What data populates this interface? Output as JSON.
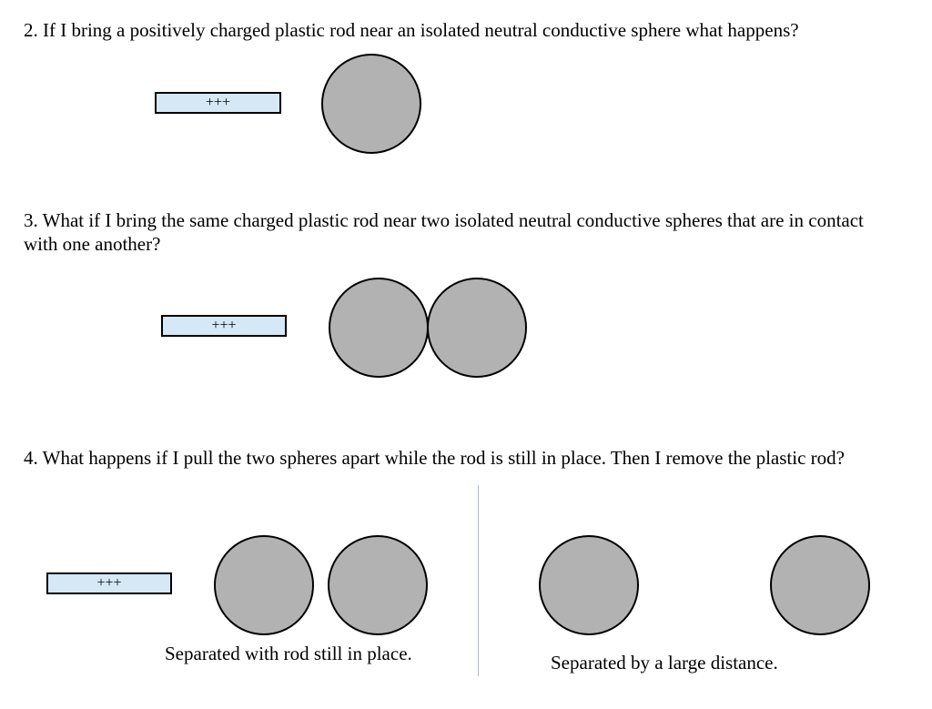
{
  "questions": {
    "q2": "2.  If I bring a positively charged plastic rod near an isolated neutral conductive sphere what happens?",
    "q3": "3. What if I bring the same charged plastic rod near two isolated neutral conductive spheres that are in contact with one another?",
    "q4": "4.  What happens if I pull the two spheres apart while the rod is still in place.  Then I remove the plastic rod?"
  },
  "rod_charge_label": "+++",
  "captions": {
    "left": "Separated with rod still in place.",
    "right": "Separated by a large distance."
  },
  "colors": {
    "rod_fill": "#d5e8f6",
    "sphere_fill": "#b2b2b2",
    "outline": "#000000",
    "divider": "#a9bccf"
  }
}
